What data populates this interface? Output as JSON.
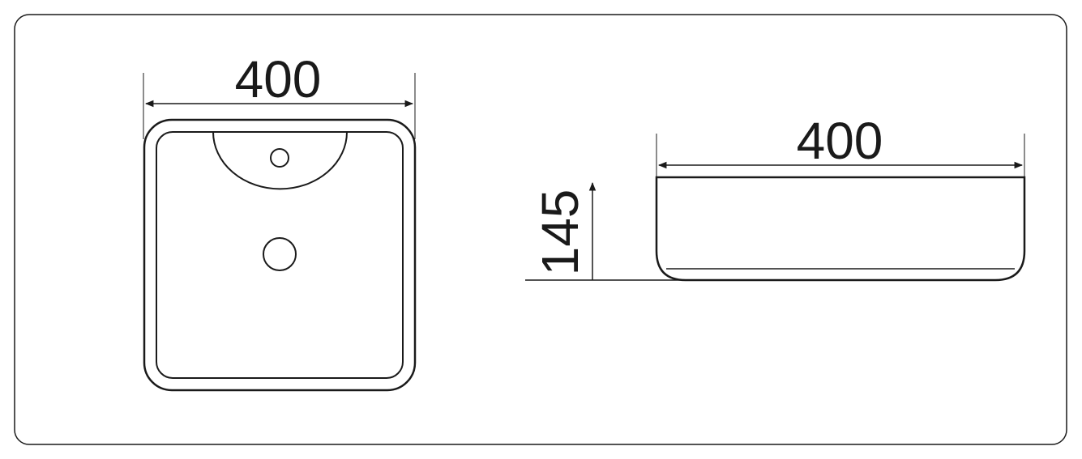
{
  "diagram": {
    "top_view": {
      "width_label": "400"
    },
    "side_view": {
      "width_label": "400",
      "height_label": "145"
    },
    "colors": {
      "line": "#1a1a1a",
      "background": "#ffffff"
    }
  }
}
